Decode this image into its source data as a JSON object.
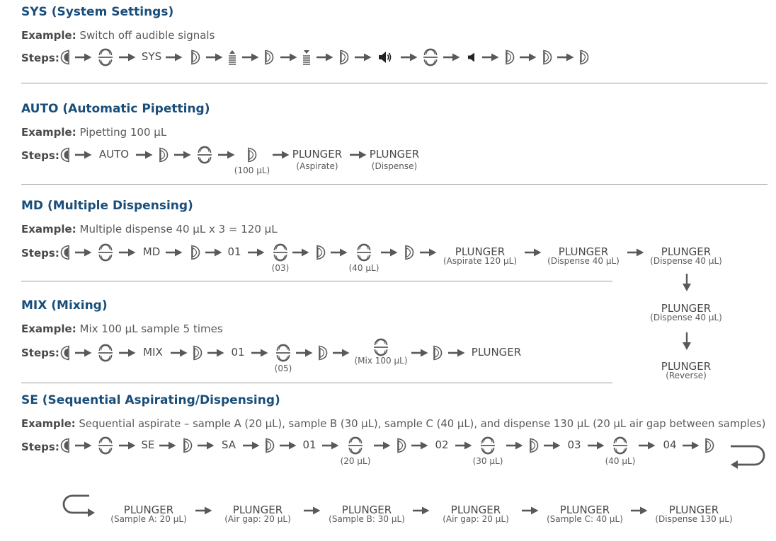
{
  "sections": {
    "sys": {
      "title": "SYS (System Settings)",
      "example_label": "Example:",
      "example_text": "Switch off audible signals",
      "steps_label": "Steps:",
      "mode": "SYS"
    },
    "auto": {
      "title": "AUTO (Automatic Pipetting)",
      "example_label": "Example:",
      "example_text": "Pipetting 100 µL",
      "steps_label": "Steps:",
      "mode": "AUTO",
      "volume": "(100 µL)",
      "plunger": "PLUNGER",
      "aspirate": "(Aspirate)",
      "dispense": "(Dispense)"
    },
    "md": {
      "title": "MD (Multiple Dispensing)",
      "example_label": "Example:",
      "example_text": "Multiple dispense 40 µL x 3 = 120 µL",
      "steps_label": "Steps:",
      "mode": "MD",
      "program": "01",
      "count": "(03)",
      "volume": "(40 µL)",
      "plunger": "PLUNGER",
      "aspirate": "(Aspirate 120 µL)",
      "dispense1": "(Dispense 40 µL)",
      "dispense2": "(Dispense 40 µL)",
      "dispense3": "(Dispense 40 µL)",
      "reverse": "(Reverse)"
    },
    "mix": {
      "title": "MIX (Mixing)",
      "example_label": "Example:",
      "example_text": "Mix 100 µL sample 5 times",
      "steps_label": "Steps:",
      "mode": "MIX",
      "program": "01",
      "count": "(05)",
      "volume": "(Mix 100 µL)",
      "plunger": "PLUNGER"
    },
    "se": {
      "title": "SE (Sequential Aspirating/Dispensing)",
      "example_label": "Example:",
      "example_text": "Sequential aspirate – sample A (20 µL), sample B (30 µL), sample C (40 µL), and dispense 130 µL (20 µL air gap between samples)",
      "steps_label": "Steps:",
      "mode": "SE",
      "sub_mode": "SA",
      "n1": "01",
      "n2": "02",
      "n3": "03",
      "n4": "04",
      "v1": "(20 µL)",
      "v2": "(30 µL)",
      "v3": "(40 µL)",
      "plunger": "PLUNGER",
      "p1": "(Sample A: 20 µL)",
      "p2": "(Air gap: 20 µL)",
      "p3": "(Sample B: 30 µL)",
      "p4": "(Air gap: 20 µL)",
      "p5": "(Sample C: 40 µL)",
      "p6": "(Dispense 130 µL)"
    }
  },
  "icons": {
    "left_button": "left-button-icon",
    "right_button": "right-button-icon",
    "select_wheel": "select-wheel-icon",
    "arrow": "arrow-right-icon",
    "volume_up": "volume-up-icon",
    "volume_down": "volume-down-icon",
    "speaker_loud": "speaker-loud-icon",
    "speaker_quiet": "speaker-quiet-icon"
  },
  "colors": {
    "heading": "#1a4e7a",
    "text": "#4a4a4a",
    "rule": "#9a9a9a"
  }
}
